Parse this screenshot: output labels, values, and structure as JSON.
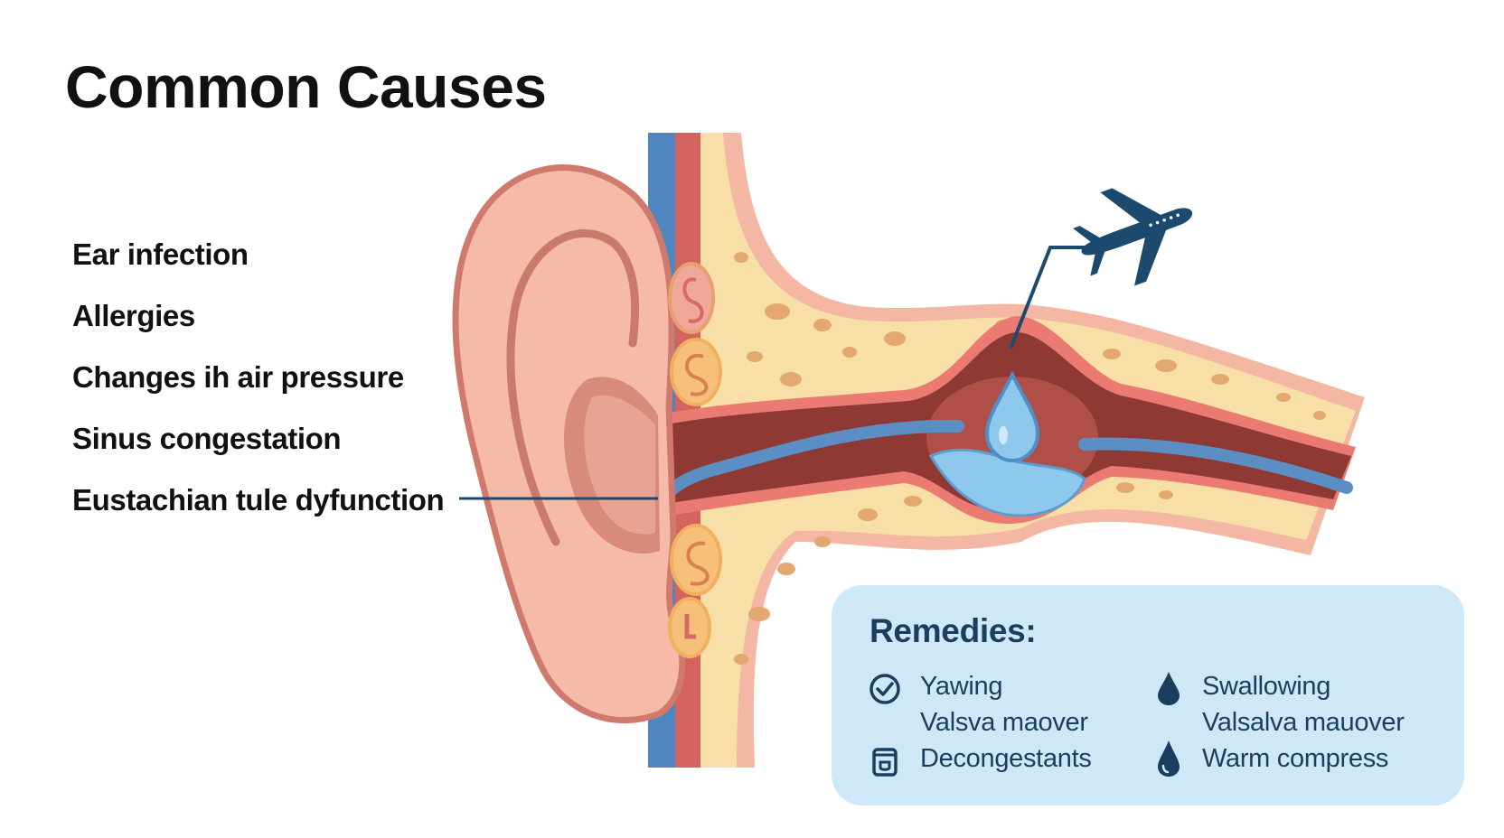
{
  "title": "Common Causes",
  "causes": [
    "Ear infection",
    "Allergies",
    "Changes ih air pressure",
    "Sinus congestation",
    "Eustachian tule dyfunction"
  ],
  "remedies": {
    "title": "Remedies:",
    "items": [
      {
        "label": "Yawing",
        "icon": "check-circle-icon"
      },
      {
        "label": "Valsva maover",
        "icon": ""
      },
      {
        "label": "Decongestants",
        "icon": "pill-box-icon"
      },
      {
        "label": "Swallowing",
        "icon": "water-drop-icon"
      },
      {
        "label": "Valsalva mauover",
        "icon": ""
      },
      {
        "label": "Warm compress",
        "icon": "water-drop-icon"
      }
    ]
  },
  "icons": [
    "airplane-icon",
    "water-drop-icon"
  ],
  "colors": {
    "title_text": "#111111",
    "remedies_bg": "#cfe8f7",
    "remedies_text": "#1b3e5e",
    "skin": "#f6bba8",
    "skin_outline": "#cf7a6c",
    "bone": "#f8dfa8",
    "canal": "#8e3934",
    "tube": "#5b8fc4",
    "fluid": "#8ec8ec",
    "airplane": "#1b4a6e"
  }
}
